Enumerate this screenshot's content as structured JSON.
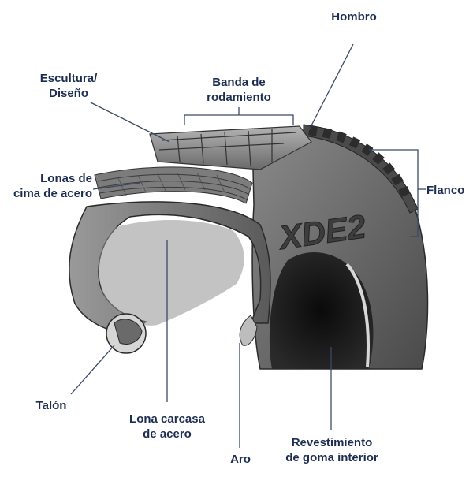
{
  "labels": {
    "hombro": "Hombro",
    "banda": [
      "Banda de",
      "rodamiento"
    ],
    "escultura": [
      "Escultura/",
      "Diseño"
    ],
    "lonas_cima": [
      "Lonas de",
      "cima de acero"
    ],
    "flanco": "Flanco",
    "talon": "Talón",
    "lona_carcasa": [
      "Lona carcasa",
      "de acero"
    ],
    "aro": "Aro",
    "revestimiento": [
      "Revestimiento",
      "de goma interior"
    ]
  },
  "sidewall_marking": "XDE2",
  "colors": {
    "label_text": "#1d2e52",
    "leader_line": "#3a4a66",
    "rubber_dark": "#2e2e2e",
    "rubber_mid": "#6b6b6b",
    "rubber_light": "#a9a9a9",
    "steel": "#8c8c8c",
    "background": "#ffffff"
  }
}
